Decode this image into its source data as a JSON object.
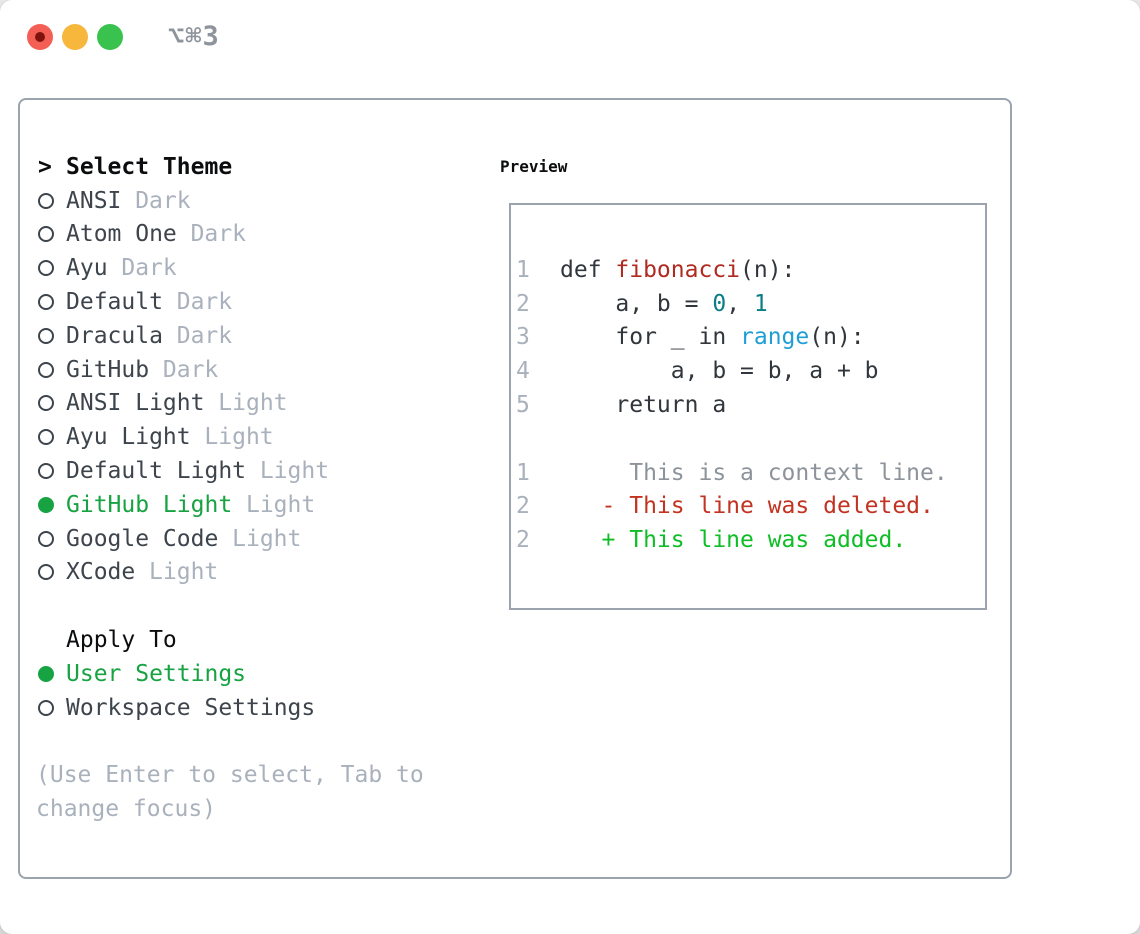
{
  "window": {
    "shortcut_label": "⌥⌘3"
  },
  "theme_picker": {
    "prompt": ">",
    "title": "Select Theme",
    "items": [
      {
        "name": "ANSI",
        "variant": "Dark",
        "selected": false
      },
      {
        "name": "Atom One",
        "variant": "Dark",
        "selected": false
      },
      {
        "name": "Ayu",
        "variant": "Dark",
        "selected": false
      },
      {
        "name": "Default",
        "variant": "Dark",
        "selected": false
      },
      {
        "name": "Dracula",
        "variant": "Dark",
        "selected": false
      },
      {
        "name": "GitHub",
        "variant": "Dark",
        "selected": false
      },
      {
        "name": "ANSI Light",
        "variant": "Light",
        "selected": false
      },
      {
        "name": "Ayu Light",
        "variant": "Light",
        "selected": false
      },
      {
        "name": "Default Light",
        "variant": "Light",
        "selected": false
      },
      {
        "name": "GitHub Light",
        "variant": "Light",
        "selected": true
      },
      {
        "name": "Google Code",
        "variant": "Light",
        "selected": false
      },
      {
        "name": "XCode",
        "variant": "Light",
        "selected": false
      }
    ],
    "apply_to": {
      "title": "Apply To",
      "options": [
        {
          "label": "User Settings",
          "selected": true
        },
        {
          "label": "Workspace Settings",
          "selected": false
        }
      ]
    },
    "hint_line1": "(Use Enter to select, Tab to",
    "hint_line2": "change focus)"
  },
  "preview": {
    "title": "Preview",
    "code_lines": [
      {
        "number": "1",
        "seg0": "def ",
        "seg1": "fibonacci",
        "seg2": "(n):"
      },
      {
        "number": "2",
        "seg0": "    a, b = ",
        "seg1": "0",
        "seg2": ", ",
        "seg3": "1"
      },
      {
        "number": "3",
        "seg0": "    for _ in ",
        "seg1": "range",
        "seg2": "(n):"
      },
      {
        "number": "4",
        "seg0": "        a, b = b, a + b"
      },
      {
        "number": "5",
        "seg0": "    return a"
      }
    ],
    "diff_lines": [
      {
        "number": "1",
        "text": "     This is a context line.",
        "type": "context"
      },
      {
        "number": "2",
        "text": "   - This line was deleted.",
        "type": "deleted"
      },
      {
        "number": "2",
        "text": "   + This line was added.",
        "type": "added"
      }
    ]
  },
  "colors": {
    "accent_green": "#17a342",
    "panel_border": "#9aa3ae",
    "muted_gray": "#a9b1bc",
    "text_dark": "#3d444c",
    "heading_black": "#0b0d0f",
    "code_default": "#30363c",
    "code_function_red": "#b02a20",
    "code_number_teal": "#0a7d87",
    "code_builtin_blue": "#1f9ed6",
    "diff_context_gray": "#8d939b",
    "diff_deleted_red": "#c23321",
    "diff_added_green": "#0fbe26",
    "traffic_red": "#f45f55",
    "traffic_yellow": "#f6b73c",
    "traffic_green": "#3ac24f"
  }
}
